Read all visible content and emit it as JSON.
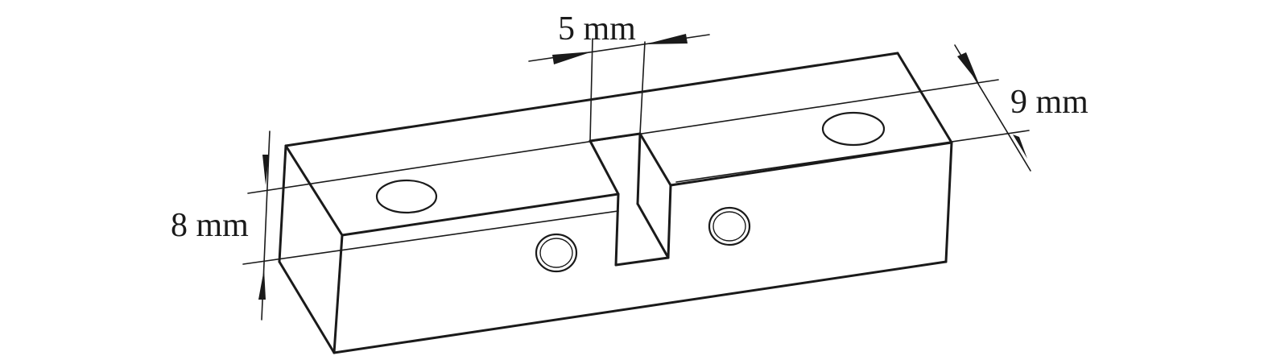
{
  "dimensions": {
    "slot_width": "5 mm",
    "depth": "9 mm",
    "height": "8 mm"
  }
}
